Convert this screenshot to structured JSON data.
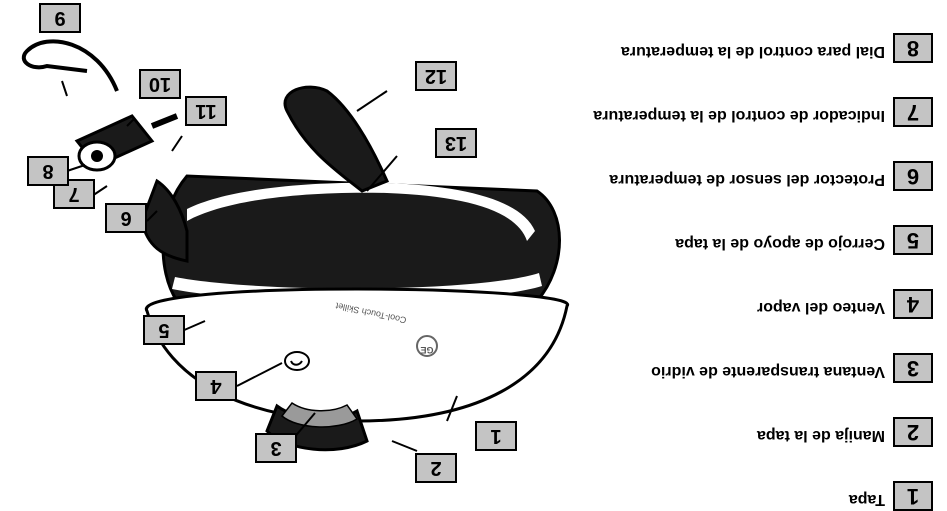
{
  "legend": [
    {
      "number": "1",
      "text": "Tapa"
    },
    {
      "number": "2",
      "text": "Manija de la tapa"
    },
    {
      "number": "3",
      "text": "Ventana transparente de vidrio"
    },
    {
      "number": "4",
      "text": "Venteo del vapor"
    },
    {
      "number": "5",
      "text": "Cerrojo de apoyo de la tapa"
    },
    {
      "number": "6",
      "text": "Protector del sensor de temperatura"
    },
    {
      "number": "7",
      "text": "Indicador de control de la temperatura"
    },
    {
      "number": "8",
      "text": "Dial para control de la temperatura"
    }
  ],
  "callouts": {
    "c1": "1",
    "c2": "2",
    "c3": "3",
    "c4": "4",
    "c5": "5",
    "c6": "6",
    "c7": "7",
    "c8": "8",
    "c9": "9",
    "c10": "10",
    "c11": "11",
    "c12": "12",
    "c13": "13"
  },
  "product": {
    "logo": "GE",
    "brand_text": "Cool-Touch Skillet"
  }
}
